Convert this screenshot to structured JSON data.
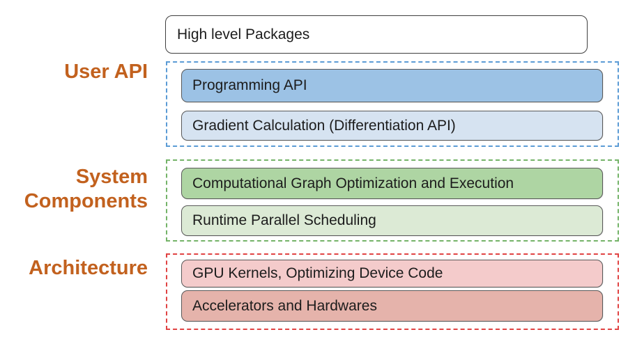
{
  "diagram": {
    "top_box": {
      "label": "High level Packages"
    },
    "side_label_color": "#C2611E",
    "groups": [
      {
        "side_label": "User API",
        "border_color": "#5B9BD5",
        "boxes": [
          {
            "label": "Programming API",
            "fill": "#9CC2E5"
          },
          {
            "label": "Gradient Calculation (Differentiation API)",
            "fill": "#D6E3F1"
          }
        ]
      },
      {
        "side_label": "System Components",
        "border_color": "#74B368",
        "boxes": [
          {
            "label": "Computational Graph Optimization and Execution",
            "fill": "#AED5A3"
          },
          {
            "label": "Runtime Parallel Scheduling",
            "fill": "#DCEAD5"
          }
        ]
      },
      {
        "side_label": "Architecture",
        "border_color": "#E04343",
        "boxes": [
          {
            "label": "GPU Kernels, Optimizing Device Code",
            "fill": "#F4CBCB"
          },
          {
            "label": "Accelerators and Hardwares",
            "fill": "#E5B3AB"
          }
        ]
      }
    ]
  }
}
